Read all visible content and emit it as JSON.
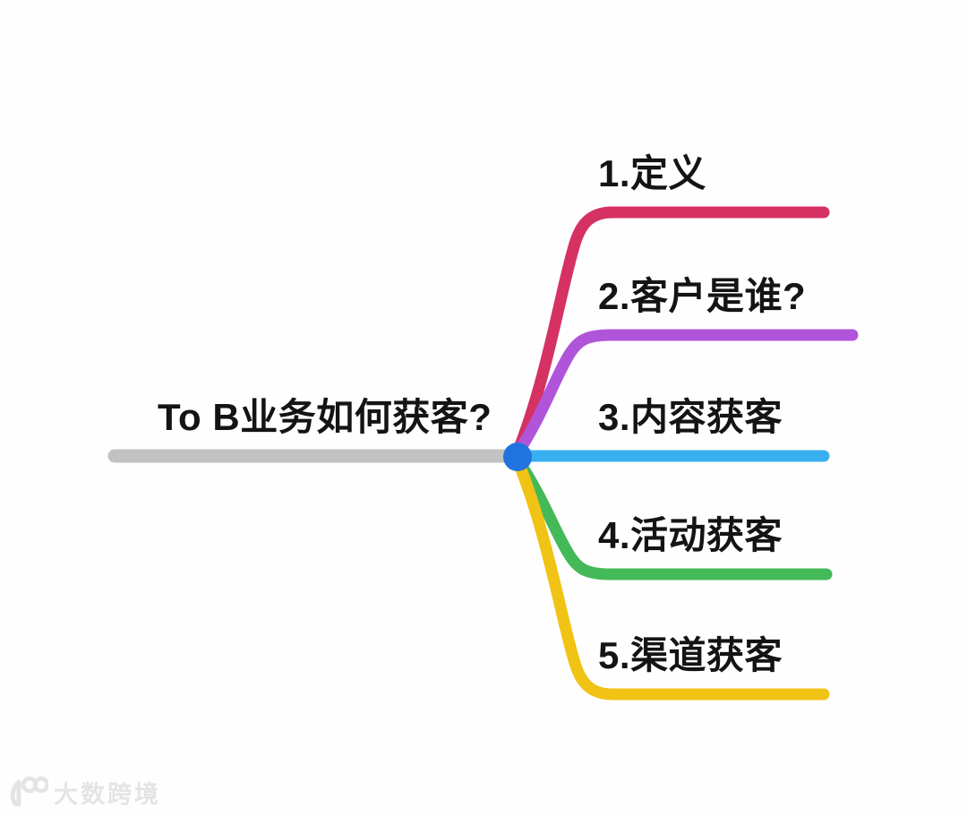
{
  "root": {
    "label": "To B业务如何获客?"
  },
  "branches": [
    {
      "label": "1.定义",
      "color": "#d63163"
    },
    {
      "label": "2.客户是谁?",
      "color": "#b055da"
    },
    {
      "label": "3.内容获客",
      "color": "#38b0f0"
    },
    {
      "label": "4.活动获客",
      "color": "#44b957"
    },
    {
      "label": "5.渠道获客",
      "color": "#f0c315"
    }
  ],
  "colors": {
    "center_node": "#2173e0",
    "root_line": "#c2c2c2",
    "label_text": "#141414",
    "watermark": "#e4e4e4",
    "background": "#fefefe"
  },
  "watermark": {
    "logo": "100",
    "text": "大数跨境"
  }
}
